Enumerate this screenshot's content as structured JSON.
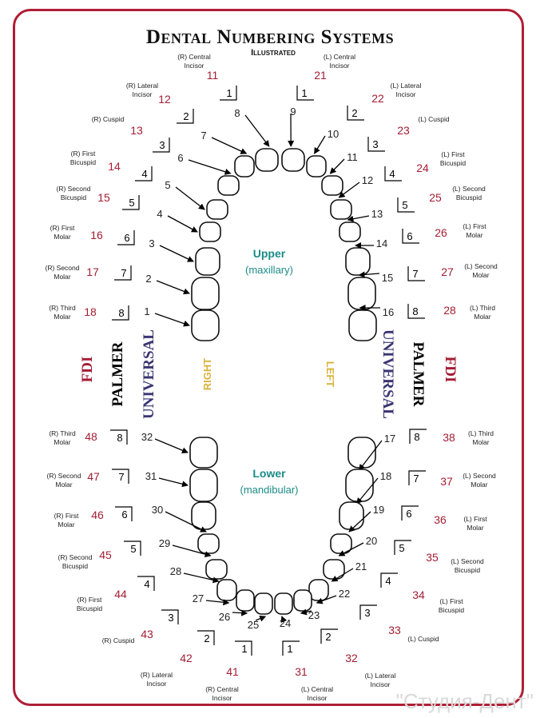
{
  "title": "Dental Numbering Systems",
  "subtitle": "Illustrated",
  "watermark": "\"Студия-Дент\"",
  "upper": {
    "title": "Upper",
    "subtitle": "(maxillary)"
  },
  "lower": {
    "title": "Lower",
    "subtitle": "(mandibular)"
  },
  "side_labels": {
    "fdi": "FDI",
    "palmer": "PALMER",
    "universal": "UNIVERSAL",
    "right": "RIGHT",
    "left": "LEFT"
  },
  "teeth": [
    {
      "u": "1",
      "p": "8",
      "f": "18",
      "l1": "(R) Third",
      "l2": "Molar"
    },
    {
      "u": "2",
      "p": "7",
      "f": "17",
      "l1": "(R) Second",
      "l2": "Molar"
    },
    {
      "u": "3",
      "p": "6",
      "f": "16",
      "l1": "(R) First",
      "l2": "Molar"
    },
    {
      "u": "4",
      "p": "5",
      "f": "15",
      "l1": "(R) Second",
      "l2": "Bicuspid"
    },
    {
      "u": "5",
      "p": "4",
      "f": "14",
      "l1": "(R) First",
      "l2": "Bicuspid"
    },
    {
      "u": "6",
      "p": "3",
      "f": "13",
      "l1": "(R) Cuspid",
      "l2": ""
    },
    {
      "u": "7",
      "p": "2",
      "f": "12",
      "l1": "(R) Lateral",
      "l2": "Incisor"
    },
    {
      "u": "8",
      "p": "1",
      "f": "11",
      "l1": "(R) Central",
      "l2": "Incisor"
    },
    {
      "u": "9",
      "p": "1",
      "f": "21",
      "l1": "(L) Central",
      "l2": "Incisor"
    },
    {
      "u": "10",
      "p": "2",
      "f": "22",
      "l1": "(L) Lateral",
      "l2": "Incisor"
    },
    {
      "u": "11",
      "p": "3",
      "f": "23",
      "l1": "(L) Cuspid",
      "l2": ""
    },
    {
      "u": "12",
      "p": "4",
      "f": "24",
      "l1": "(L) First",
      "l2": "Bicuspid"
    },
    {
      "u": "13",
      "p": "5",
      "f": "25",
      "l1": "(L) Second",
      "l2": "Bicuspid"
    },
    {
      "u": "14",
      "p": "6",
      "f": "26",
      "l1": "(L) First",
      "l2": "Molar"
    },
    {
      "u": "15",
      "p": "7",
      "f": "27",
      "l1": "(L) Second",
      "l2": "Molar"
    },
    {
      "u": "16",
      "p": "8",
      "f": "28",
      "l1": "(L) Third",
      "l2": "Molar"
    },
    {
      "u": "17",
      "p": "8",
      "f": "38",
      "l1": "(L) Third",
      "l2": "Molar"
    },
    {
      "u": "18",
      "p": "7",
      "f": "37",
      "l1": "(L) Second",
      "l2": "Molar"
    },
    {
      "u": "19",
      "p": "6",
      "f": "36",
      "l1": "(L) First",
      "l2": "Molar"
    },
    {
      "u": "20",
      "p": "5",
      "f": "35",
      "l1": "(L) Second",
      "l2": "Bicuspid"
    },
    {
      "u": "21",
      "p": "4",
      "f": "34",
      "l1": "(L) First",
      "l2": "Bicuspid"
    },
    {
      "u": "22",
      "p": "3",
      "f": "33",
      "l1": "(L) Cuspid",
      "l2": ""
    },
    {
      "u": "23",
      "p": "2",
      "f": "32",
      "l1": "(L) Lateral",
      "l2": "Incisor"
    },
    {
      "u": "24",
      "p": "1",
      "f": "31",
      "l1": "(L) Central",
      "l2": "Incisor"
    },
    {
      "u": "25",
      "p": "1",
      "f": "41",
      "l1": "(R) Central",
      "l2": "Incisor"
    },
    {
      "u": "26",
      "p": "2",
      "f": "42",
      "l1": "(R) Lateral",
      "l2": "Incisor"
    },
    {
      "u": "27",
      "p": "3",
      "f": "43",
      "l1": "(R) Cuspid",
      "l2": ""
    },
    {
      "u": "28",
      "p": "4",
      "f": "44",
      "l1": "(R) First",
      "l2": "Bicuspid"
    },
    {
      "u": "29",
      "p": "5",
      "f": "45",
      "l1": "(R) Second",
      "l2": "Bicuspid"
    },
    {
      "u": "30",
      "p": "6",
      "f": "46",
      "l1": "(R) First",
      "l2": "Molar"
    },
    {
      "u": "31",
      "p": "7",
      "f": "47",
      "l1": "(R) Second",
      "l2": "Molar"
    },
    {
      "u": "32",
      "p": "8",
      "f": "48",
      "l1": "(R) Third",
      "l2": "Molar"
    }
  ]
}
